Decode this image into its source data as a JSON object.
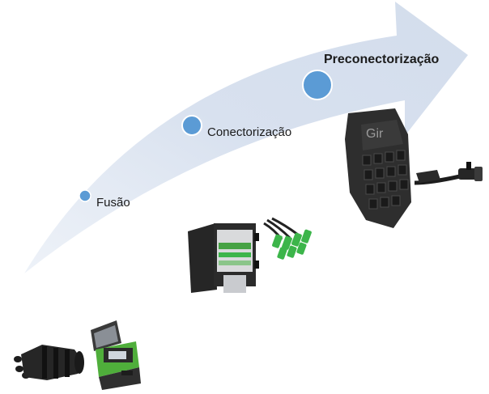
{
  "stages": [
    {
      "label": "Fusão",
      "dot_size": "small"
    },
    {
      "label": "Conectorização",
      "dot_size": "medium"
    },
    {
      "label": "Preconectorização",
      "dot_size": "large",
      "emphasis": "bold"
    }
  ],
  "terminal_logo_text": "Gir",
  "colors": {
    "arrow": "#dbe4f1",
    "dot_fill": "#5b9bd5",
    "dot_stroke": "#ffffff",
    "connector_green": "#3cb54a",
    "device_dark": "#2a2a2a"
  },
  "products": [
    {
      "icon": "fusion-splice-closure-icon"
    },
    {
      "icon": "fusion-splicer-machine-icon"
    },
    {
      "icon": "optical-distribution-box-icon"
    },
    {
      "icon": "sc-connector-bundle-icon"
    },
    {
      "icon": "preconnectorized-terminal-icon"
    },
    {
      "icon": "hardened-connector-cable-icon"
    }
  ]
}
